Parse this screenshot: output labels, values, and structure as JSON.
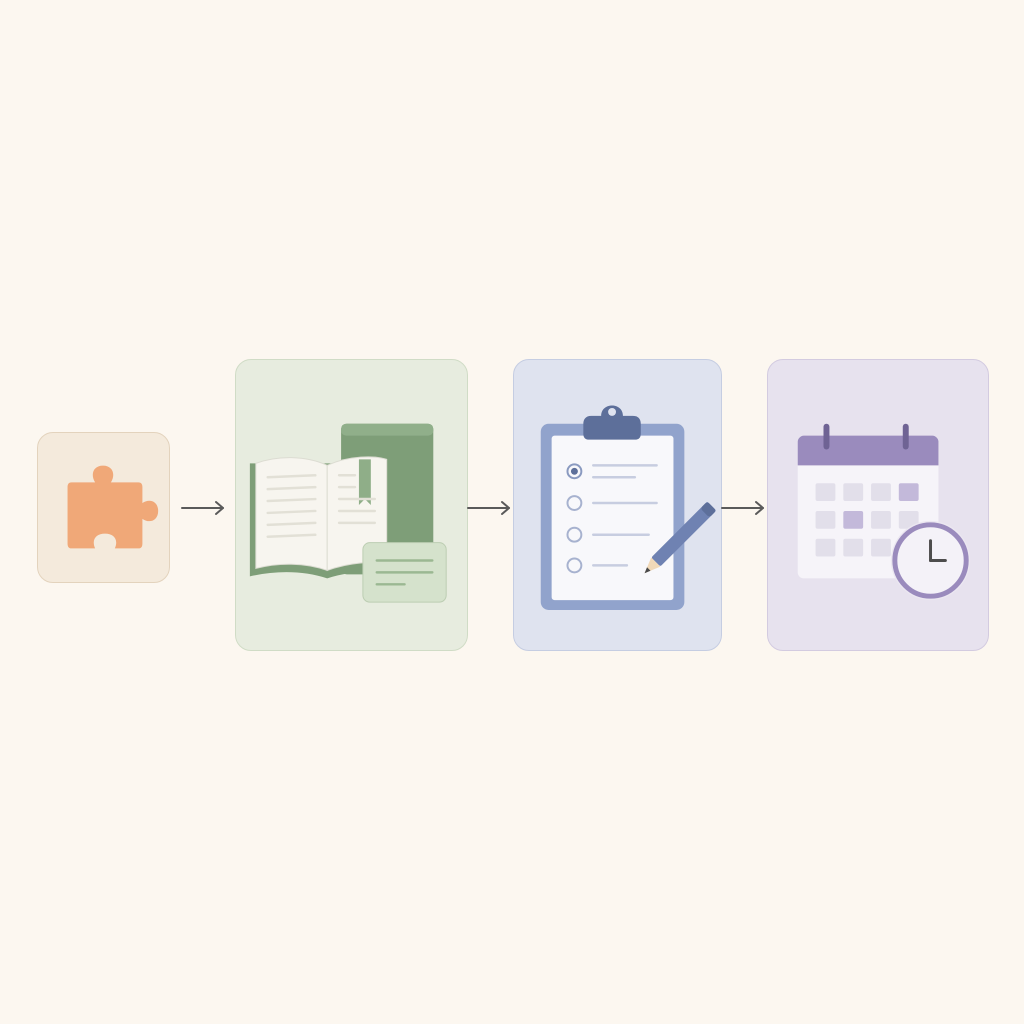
{
  "diagram": {
    "steps": [
      {
        "id": "puzzle",
        "icon": "puzzle-piece-icon",
        "accent": "#f0a878"
      },
      {
        "id": "study",
        "icon": "open-book-icon",
        "accent": "#7e9e78"
      },
      {
        "id": "checklist",
        "icon": "clipboard-checklist-icon",
        "accent": "#5d6f9a"
      },
      {
        "id": "schedule",
        "icon": "calendar-clock-icon",
        "accent": "#9a8bbd"
      }
    ],
    "connectors": [
      {
        "from": "puzzle",
        "to": "study",
        "icon": "arrow-right-icon"
      },
      {
        "from": "study",
        "to": "checklist",
        "icon": "arrow-right-icon"
      },
      {
        "from": "checklist",
        "to": "schedule",
        "icon": "arrow-right-icon"
      }
    ],
    "colors": {
      "background": "#fcf7f0",
      "arrow": "#5a5a5a"
    }
  }
}
